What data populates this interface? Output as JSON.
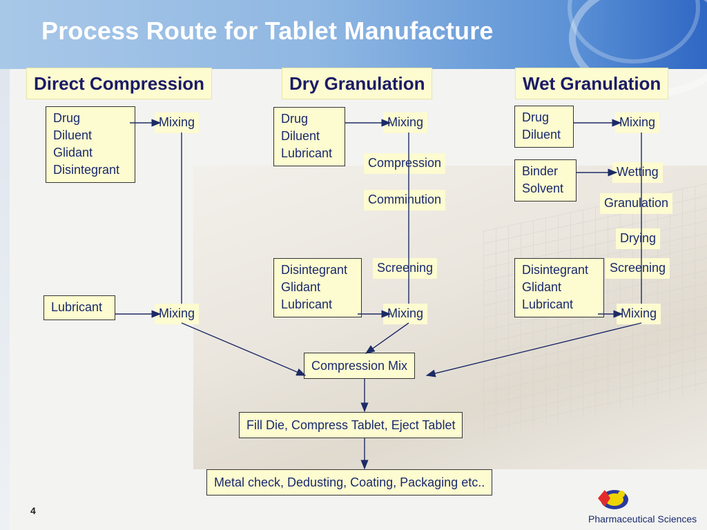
{
  "title": "Process Route for Tablet Manufacture",
  "columns": {
    "direct": {
      "heading": "Direct Compression",
      "inputs": [
        "Drug",
        "Diluent",
        "Glidant",
        "Disintegrant"
      ],
      "mixing1": "Mixing",
      "lubricant": "Lubricant",
      "mixing2": "Mixing"
    },
    "dry": {
      "heading": "Dry Granulation",
      "inputs": [
        "Drug",
        "Diluent",
        "Lubricant"
      ],
      "mixing1": "Mixing",
      "compression": "Compression",
      "comminution": "Comminution",
      "screening": "Screening",
      "extras": [
        "Disintegrant",
        "Glidant",
        "Lubricant"
      ],
      "mixing2": "Mixing"
    },
    "wet": {
      "heading": "Wet Granulation",
      "inputs": [
        "Drug",
        "Diluent"
      ],
      "mixing1": "Mixing",
      "binder": [
        "Binder",
        "Solvent"
      ],
      "wetting": "Wetting",
      "granulation": "Granulation",
      "drying": "Drying",
      "screening": "Screening",
      "extras": [
        "Disintegrant",
        "Glidant",
        "Lubricant"
      ],
      "mixing2": "Mixing"
    }
  },
  "final": {
    "compression_mix": "Compression Mix",
    "fill": "Fill Die, Compress Tablet, Eject Tablet",
    "finish": "Metal check, Dedusting, Coating, Packaging etc.."
  },
  "page_number": "4",
  "logo_text": "Pharmaceutical Sciences",
  "colors": {
    "box_fill": "#fdfbd0",
    "text": "#1a2a6e",
    "arrow": "#1c2a66",
    "header_band": "#5d93d6"
  }
}
